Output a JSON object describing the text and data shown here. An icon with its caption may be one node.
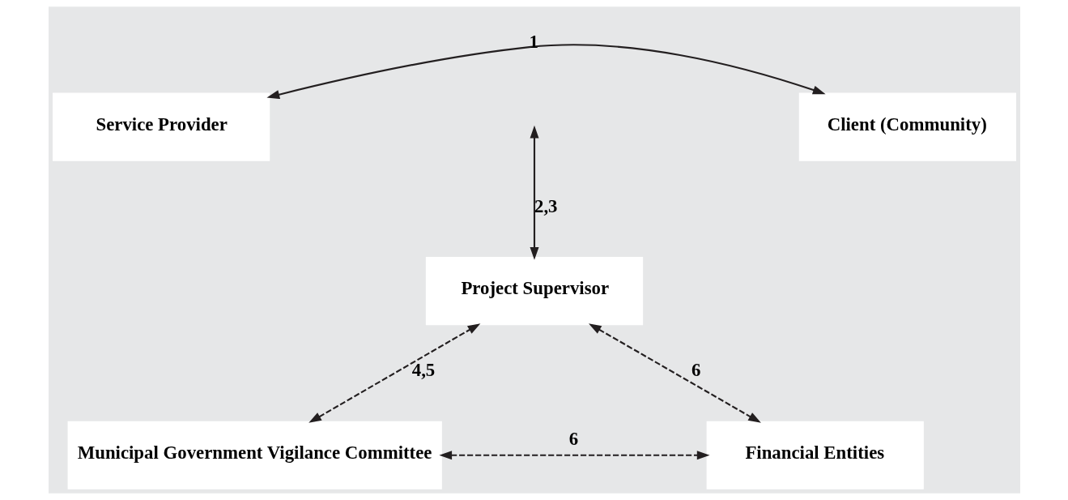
{
  "diagram": {
    "nodes": [
      {
        "text": [
          "Service Provider"
        ]
      },
      {
        "text": [
          "Client (Community)"
        ]
      },
      {
        "text": [
          "Project Supervisor"
        ]
      },
      {
        "text": [
          "Municipal Government Vigilance Committee"
        ]
      },
      {
        "text": [
          "Financial Entities"
        ]
      }
    ],
    "edges": [
      {
        "from": 0,
        "to": 1,
        "arrow": "both",
        "label": "1"
      },
      {
        "from": null,
        "to": 2,
        "arrow": "both",
        "label": "2,3"
      },
      {
        "from": 3,
        "to": 2,
        "arrow": "both",
        "label": "4,5",
        "style": "dashed"
      },
      {
        "from": 2,
        "to": 4,
        "arrow": "both",
        "label": "6",
        "style": "dashed"
      },
      {
        "from": 3,
        "to": 4,
        "arrow": "both",
        "label": "6",
        "style": "dashed"
      }
    ]
  }
}
